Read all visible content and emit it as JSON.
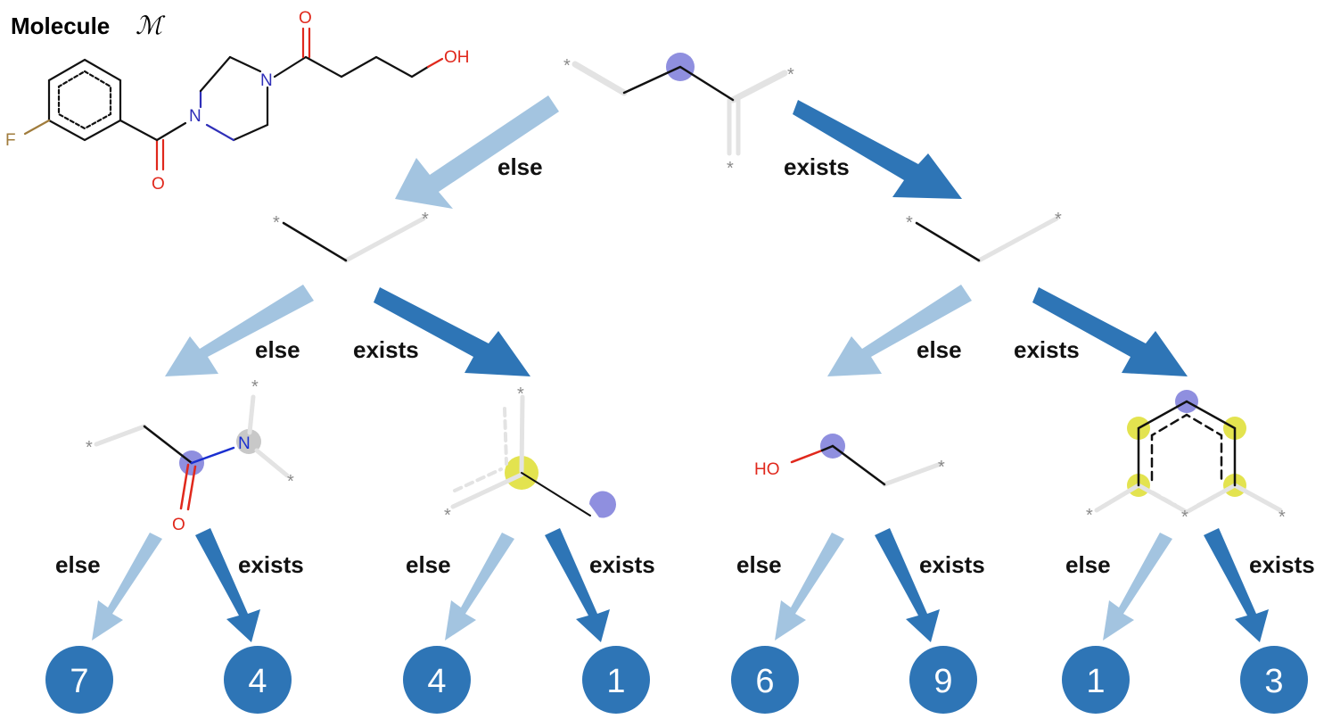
{
  "title": {
    "text": "Molecule",
    "symbol": "ℳ"
  },
  "colors": {
    "else_arrow": "#a3c4e0",
    "exists_arrow": "#2e75b6",
    "leaf_fill": "#2e75b6",
    "highlight_purple": "#8f8fdf",
    "highlight_yellow": "#e3e34f",
    "highlight_gray": "#c8c8c8",
    "oxygen": "#e0281c",
    "nitrogen": "#2f2fb8",
    "fluorine": "#a07c3c",
    "bond": "#111111",
    "faint_bond": "#e3e3e3",
    "wildcard": "#8a8a8a"
  },
  "molecule_atoms": {
    "fluorine": "F",
    "oxygen_carbonyl_left": "O",
    "oxygen_carbonyl_top": "O",
    "nitrogen_left": "N",
    "nitrogen_right": "N",
    "hydroxyl": "OH"
  },
  "wildcard": "*",
  "edge_labels": {
    "else": "else",
    "exists": "exists"
  },
  "fragment_atoms": {
    "nitrogen": "N",
    "oxygen": "O",
    "hydroxyl": "HO"
  },
  "leaves": [
    "7",
    "4",
    "4",
    "1",
    "6",
    "9",
    "1",
    "3"
  ]
}
